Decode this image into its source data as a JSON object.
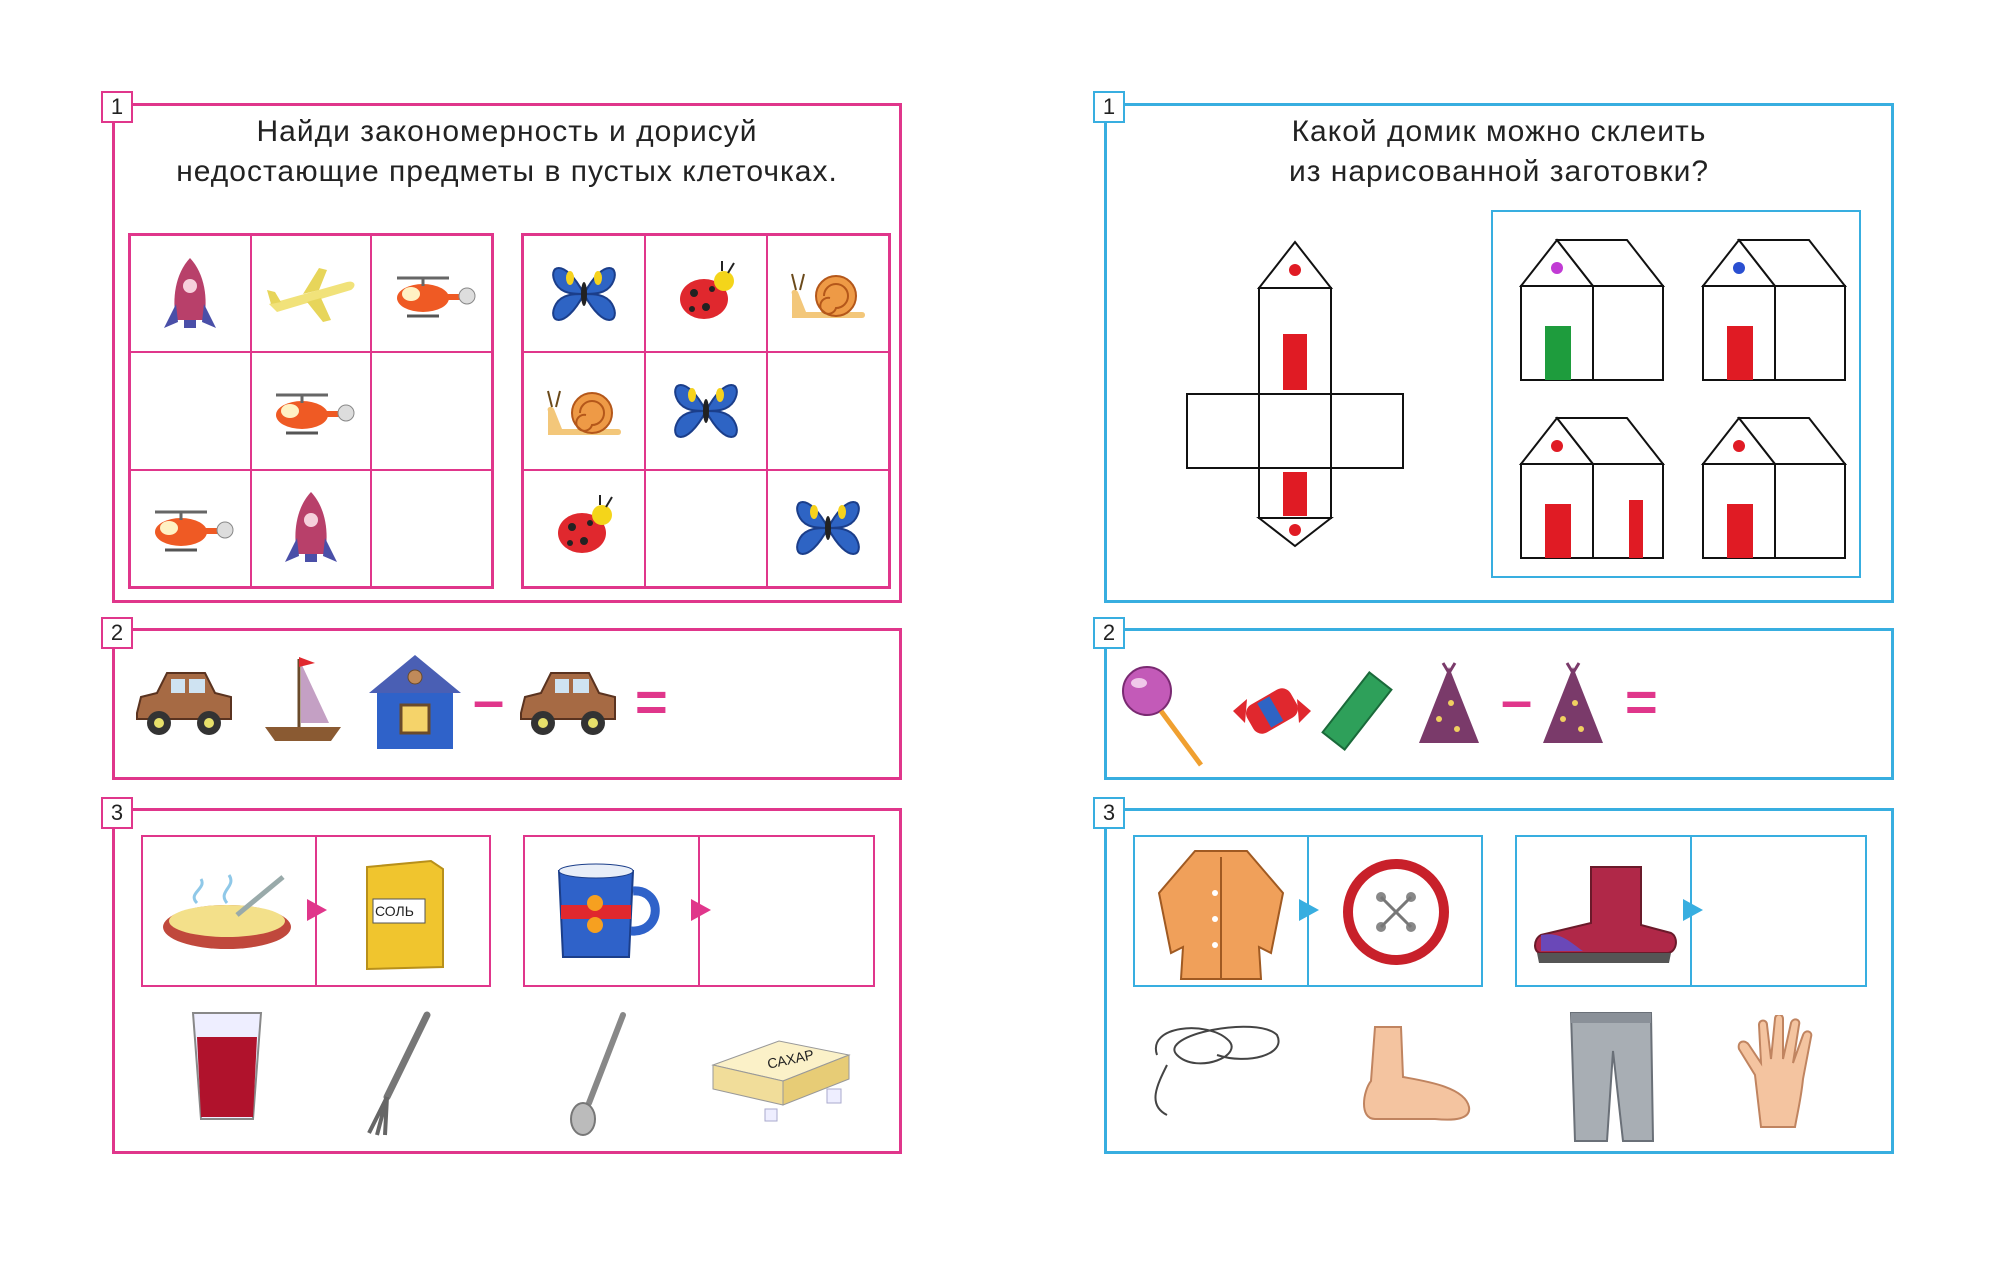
{
  "left_page": {
    "task1": {
      "number": "1",
      "title_line1": "Найди закономерность и дорисуй",
      "title_line2": "недостающие предметы в пустых клеточках.",
      "grid_a": [
        "rocket",
        "plane",
        "helicopter",
        "",
        "helicopter",
        "",
        "helicopter",
        "rocket",
        ""
      ],
      "grid_b": [
        "butterfly",
        "ladybug",
        "snail",
        "snail",
        "butterfly",
        "",
        "ladybug",
        "",
        "butterfly"
      ]
    },
    "task2": {
      "number": "2",
      "items": [
        "car-icon",
        "boat-icon",
        "house-icon",
        "car-icon"
      ],
      "minus": "–",
      "equals": "="
    },
    "task3": {
      "number": "3",
      "pair1": [
        "porridge-icon",
        "salt-pack-icon"
      ],
      "salt_label": "СОЛЬ",
      "pair2": [
        "cup-icon",
        ""
      ],
      "options": [
        "glass-icon",
        "fork-icon",
        "spoon-icon",
        "sugar-box-icon"
      ],
      "sugar_label": "САХАР"
    }
  },
  "right_page": {
    "task1": {
      "number": "1",
      "title_line1": "Какой домик можно склеить",
      "title_line2": "из нарисованной заготовки?",
      "house_options": [
        {
          "dot": "#c13bd4",
          "door": "#1e9c3d",
          "side_door": false
        },
        {
          "dot": "#2a4fd1",
          "door": "#e01b24",
          "side_door": false
        },
        {
          "dot": "#e01b24",
          "door": "#e01b24",
          "side_door": true
        },
        {
          "dot": "#e01b24",
          "door": "#e01b24",
          "side_door": false
        }
      ]
    },
    "task2": {
      "number": "2",
      "items": [
        "lollipop-icon",
        "candy-wrapped-icon",
        "candy-bar-icon",
        "candy-cone-icon",
        "candy-cone-icon"
      ],
      "minus": "–",
      "equals": "="
    },
    "task3": {
      "number": "3",
      "pair1": [
        "coat-icon",
        "button-icon"
      ],
      "pair2": [
        "boot-icon",
        ""
      ],
      "options": [
        "string-icon",
        "foot-icon",
        "trousers-icon",
        "hand-icon"
      ]
    }
  },
  "colors": {
    "pink": "#e0368b",
    "blue": "#38aee0",
    "red": "#e01b24"
  }
}
